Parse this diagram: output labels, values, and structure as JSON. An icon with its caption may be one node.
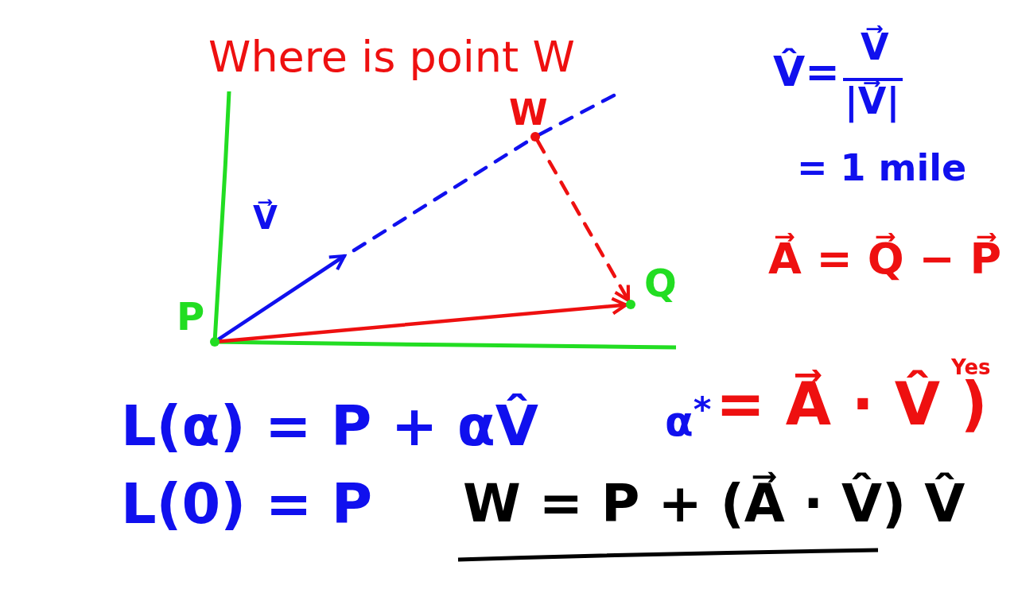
{
  "diagram": {
    "nodes": [
      {
        "text": [],
        "shape": "circle",
        "beside": [
          "P"
        ]
      },
      {
        "text": [],
        "shape": "circle",
        "beside": [
          "Q"
        ]
      },
      {
        "text": [],
        "shape": "circle",
        "beside": [
          "W"
        ]
      }
    ],
    "edges": [
      {
        "from": 0,
        "to": null,
        "arrow": "to",
        "label": "V⃗",
        "color": "#1010ee"
      },
      {
        "from": null,
        "to": 2,
        "arrow": "none",
        "style": "dashed",
        "color": "#1010ee"
      },
      {
        "from": 2,
        "to": null,
        "arrow": "none",
        "style": "dashed",
        "color": "#1010ee"
      },
      {
        "from": 2,
        "to": 1,
        "arrow": "to",
        "style": "dashed",
        "color": "#ee1010"
      },
      {
        "from": 0,
        "to": 1,
        "arrow": "to",
        "color": "#ee1010"
      }
    ],
    "labels": [
      "Where is point W",
      "V̂=",
      "V⃗",
      "|V⃗|",
      "= 1 mile",
      "A⃗ = Q⃗ − P⃗",
      "α$^{*}$",
      "= A⃗ · V̂ )",
      "Yes",
      "L(α) = P + αV̂",
      "L(0) = P",
      "W = P + (A⃗ · V̂) V̂"
    ]
  }
}
